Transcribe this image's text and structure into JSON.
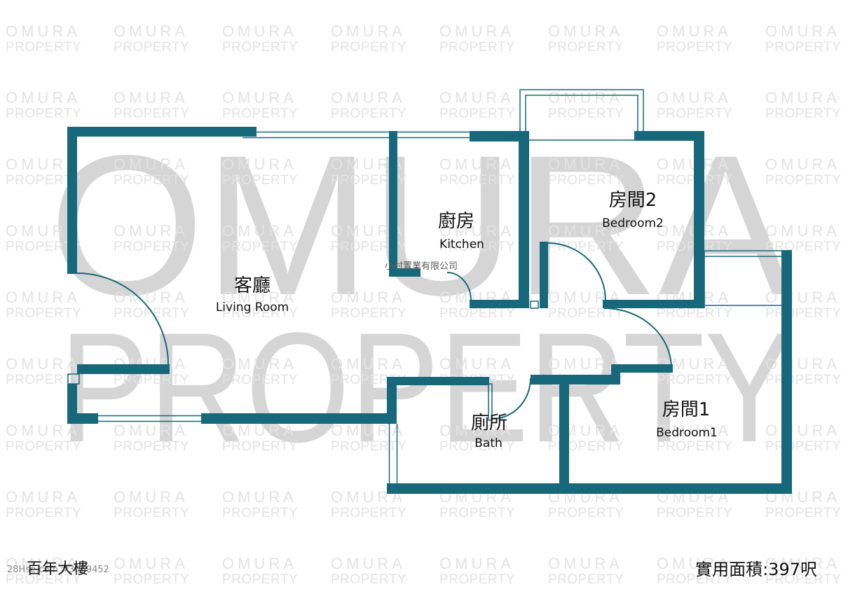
{
  "plan": {
    "building_name": "百年大樓",
    "saleable_area": "實用面積:397呎",
    "agency": "小村置業有限公司",
    "listing_ref": "28Hse.com #3069452",
    "wall_color": "#17687a"
  },
  "rooms": {
    "living": {
      "zh": "客廳",
      "en": "Living Room"
    },
    "kitchen": {
      "zh": "廚房",
      "en": "Kitchen"
    },
    "bedroom2": {
      "zh": "房間2",
      "en": "Bedroom2"
    },
    "bedroom1": {
      "zh": "房間1",
      "en": "Bedroom1"
    },
    "bath": {
      "zh": "廁所",
      "en": "Bath"
    }
  },
  "watermark": {
    "line1": "OMURA",
    "line2": "PROPERTY",
    "color": "#e3e3e3"
  }
}
